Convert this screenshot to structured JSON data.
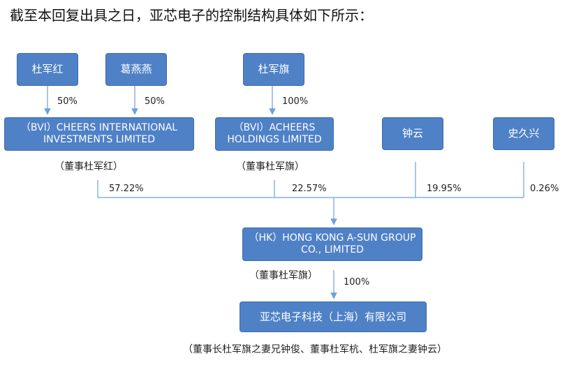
{
  "heading": "截至本回复出具之日，亚芯电子的控制结构具体如下所示：",
  "nodes": {
    "du_junhong": "杜军红",
    "ge_yanyan": "葛燕燕",
    "du_junqi": "杜军旗",
    "cheers": "（BVI）CHEERS INTERNATIONAL INVESTMENTS LIMITED",
    "acheers": "（BVI）ACHEERS HOLDINGS LIMITED",
    "zhong_yun": "钟云",
    "shi_jiuxing": "史久兴",
    "hk_asun": "（HK）HONG KONG A-SUN GROUP CO., LIMITED",
    "yaxin": "亚芯电子科技（上海）有限公司"
  },
  "notes": {
    "cheers_director": "（董事杜军红）",
    "acheers_director": "（董事杜军旗）",
    "hk_director": "（董事杜军旗）",
    "yaxin_directors": "（董事长杜军旗之妻兄钟俊、董事杜军杭、杜军旗之妻钟云）"
  },
  "percentages": {
    "du_junhong_cheers": "50%",
    "ge_yanyan_cheers": "50%",
    "du_junqi_acheers": "100%",
    "cheers_hk": "57.22%",
    "acheers_hk": "22.57%",
    "zhong_yun_hk": "19.95%",
    "shi_jiuxing_hk": "0.26%",
    "hk_yaxin": "100%"
  },
  "colors": {
    "box_fill": "#4f81c7",
    "arrow_line": "#6fa0d8"
  }
}
